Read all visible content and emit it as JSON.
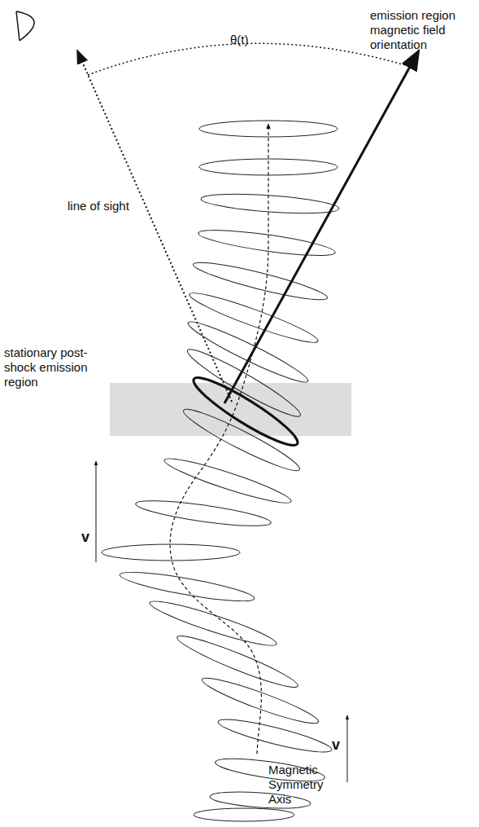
{
  "diagram": {
    "labels": [
      "line of sight",
      "θ(t)",
      "emission region magnetic field orientation",
      "stationary post-shock emission region",
      "v",
      "v",
      "Magnetic Symmetry Axis"
    ]
  }
}
